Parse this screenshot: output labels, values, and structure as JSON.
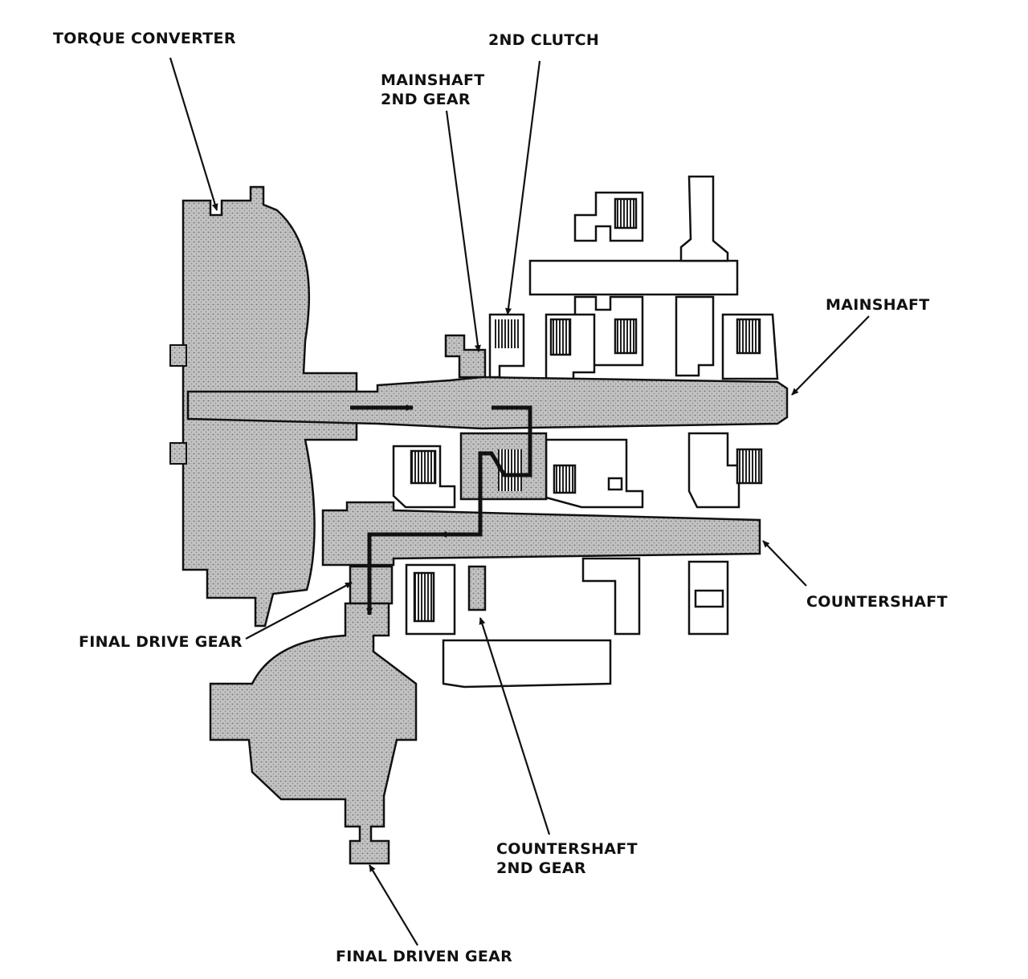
{
  "diagram": {
    "labels": {
      "torque_converter": "TORQUE CONVERTER",
      "second_clutch": "2ND CLUTCH",
      "mainshaft_2nd_gear": [
        "MAINSHAFT",
        "2ND GEAR"
      ],
      "mainshaft": "MAINSHAFT",
      "countershaft": "COUNTERSHAFT",
      "final_drive_gear": "FINAL DRIVE GEAR",
      "countershaft_2nd_gear": [
        "COUNTERSHAFT",
        "2ND GEAR"
      ],
      "final_driven_gear": "FINAL DRIVEN GEAR"
    },
    "colors": {
      "ink": "#111111",
      "stipple_fill": "#b8b8b8",
      "outline_fill": "#ffffff"
    }
  }
}
